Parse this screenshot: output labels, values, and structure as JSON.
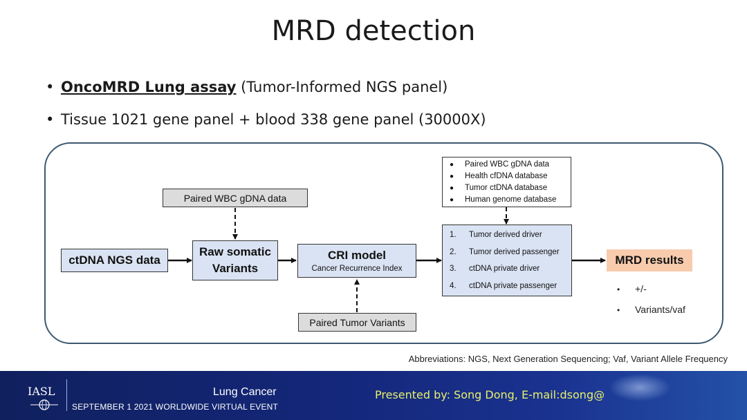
{
  "title": "MRD detection",
  "bullets": {
    "b1_strong": "OncoMRD Lung assay",
    "b1_rest": " (Tumor-Informed NGS panel)",
    "b2": "Tissue 1021 gene panel + blood 338 gene panel (30000X)"
  },
  "diagram": {
    "ctdna_box": "ctDNA NGS data",
    "raw_box_line1": "Raw somatic",
    "raw_box_line2": "Variants",
    "wbc_box": "Paired WBC gDNA data",
    "cri_title": "CRI model",
    "cri_sub": "Cancer Recurrence Index",
    "tumor_var_box": "Paired Tumor Variants",
    "database_items": [
      "Paired WBC gDNA data",
      "Health cfDNA database",
      "Tumor ctDNA database",
      "Human genome database"
    ],
    "numbered_items": [
      {
        "num": "1.",
        "text": "Tumor derived driver"
      },
      {
        "num": "2.",
        "text": "Tumor derived passenger"
      },
      {
        "num": "3.",
        "text": "ctDNA private driver"
      },
      {
        "num": "4.",
        "text": "ctDNA private passenger"
      }
    ],
    "mrd_box": "MRD results",
    "mrd_items": [
      "+/-",
      "Variants/vaf"
    ]
  },
  "abbreviations": "Abbreviations: NGS, Next Generation Sequencing; Vaf, Variant Allele Frequency",
  "footer": {
    "org": "IASL",
    "event_title": "Lung Cancer",
    "event_sub": "SEPTEMBER 1 2021 WORLDWIDE VIRTUAL EVENT",
    "presenter": "Presented by: Song Dong,  E-mail:dsong@"
  },
  "colors": {
    "panel_border": "#3d5870",
    "blue_box": "#dae3f3",
    "gray_box": "#dcdcdc",
    "peach_box": "#f8cbad",
    "footer_bg": "#14277a",
    "presenter_text": "#e8f06a"
  }
}
